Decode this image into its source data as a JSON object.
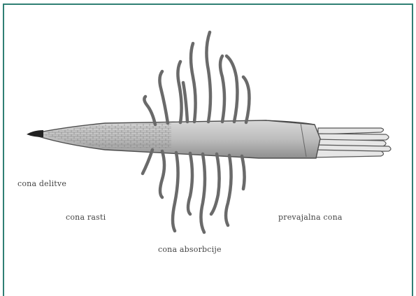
{
  "labels": {
    "division_zone": "cona delitve",
    "growth_zone": "cona rasti",
    "absorption_zone": "cona absorbcije",
    "conducting_zone": "prevajalna cona"
  },
  "colors": {
    "frame": "#2f7f74",
    "ink": "#555555",
    "root_fill": "#c9c9c9",
    "tip": "#222222"
  }
}
